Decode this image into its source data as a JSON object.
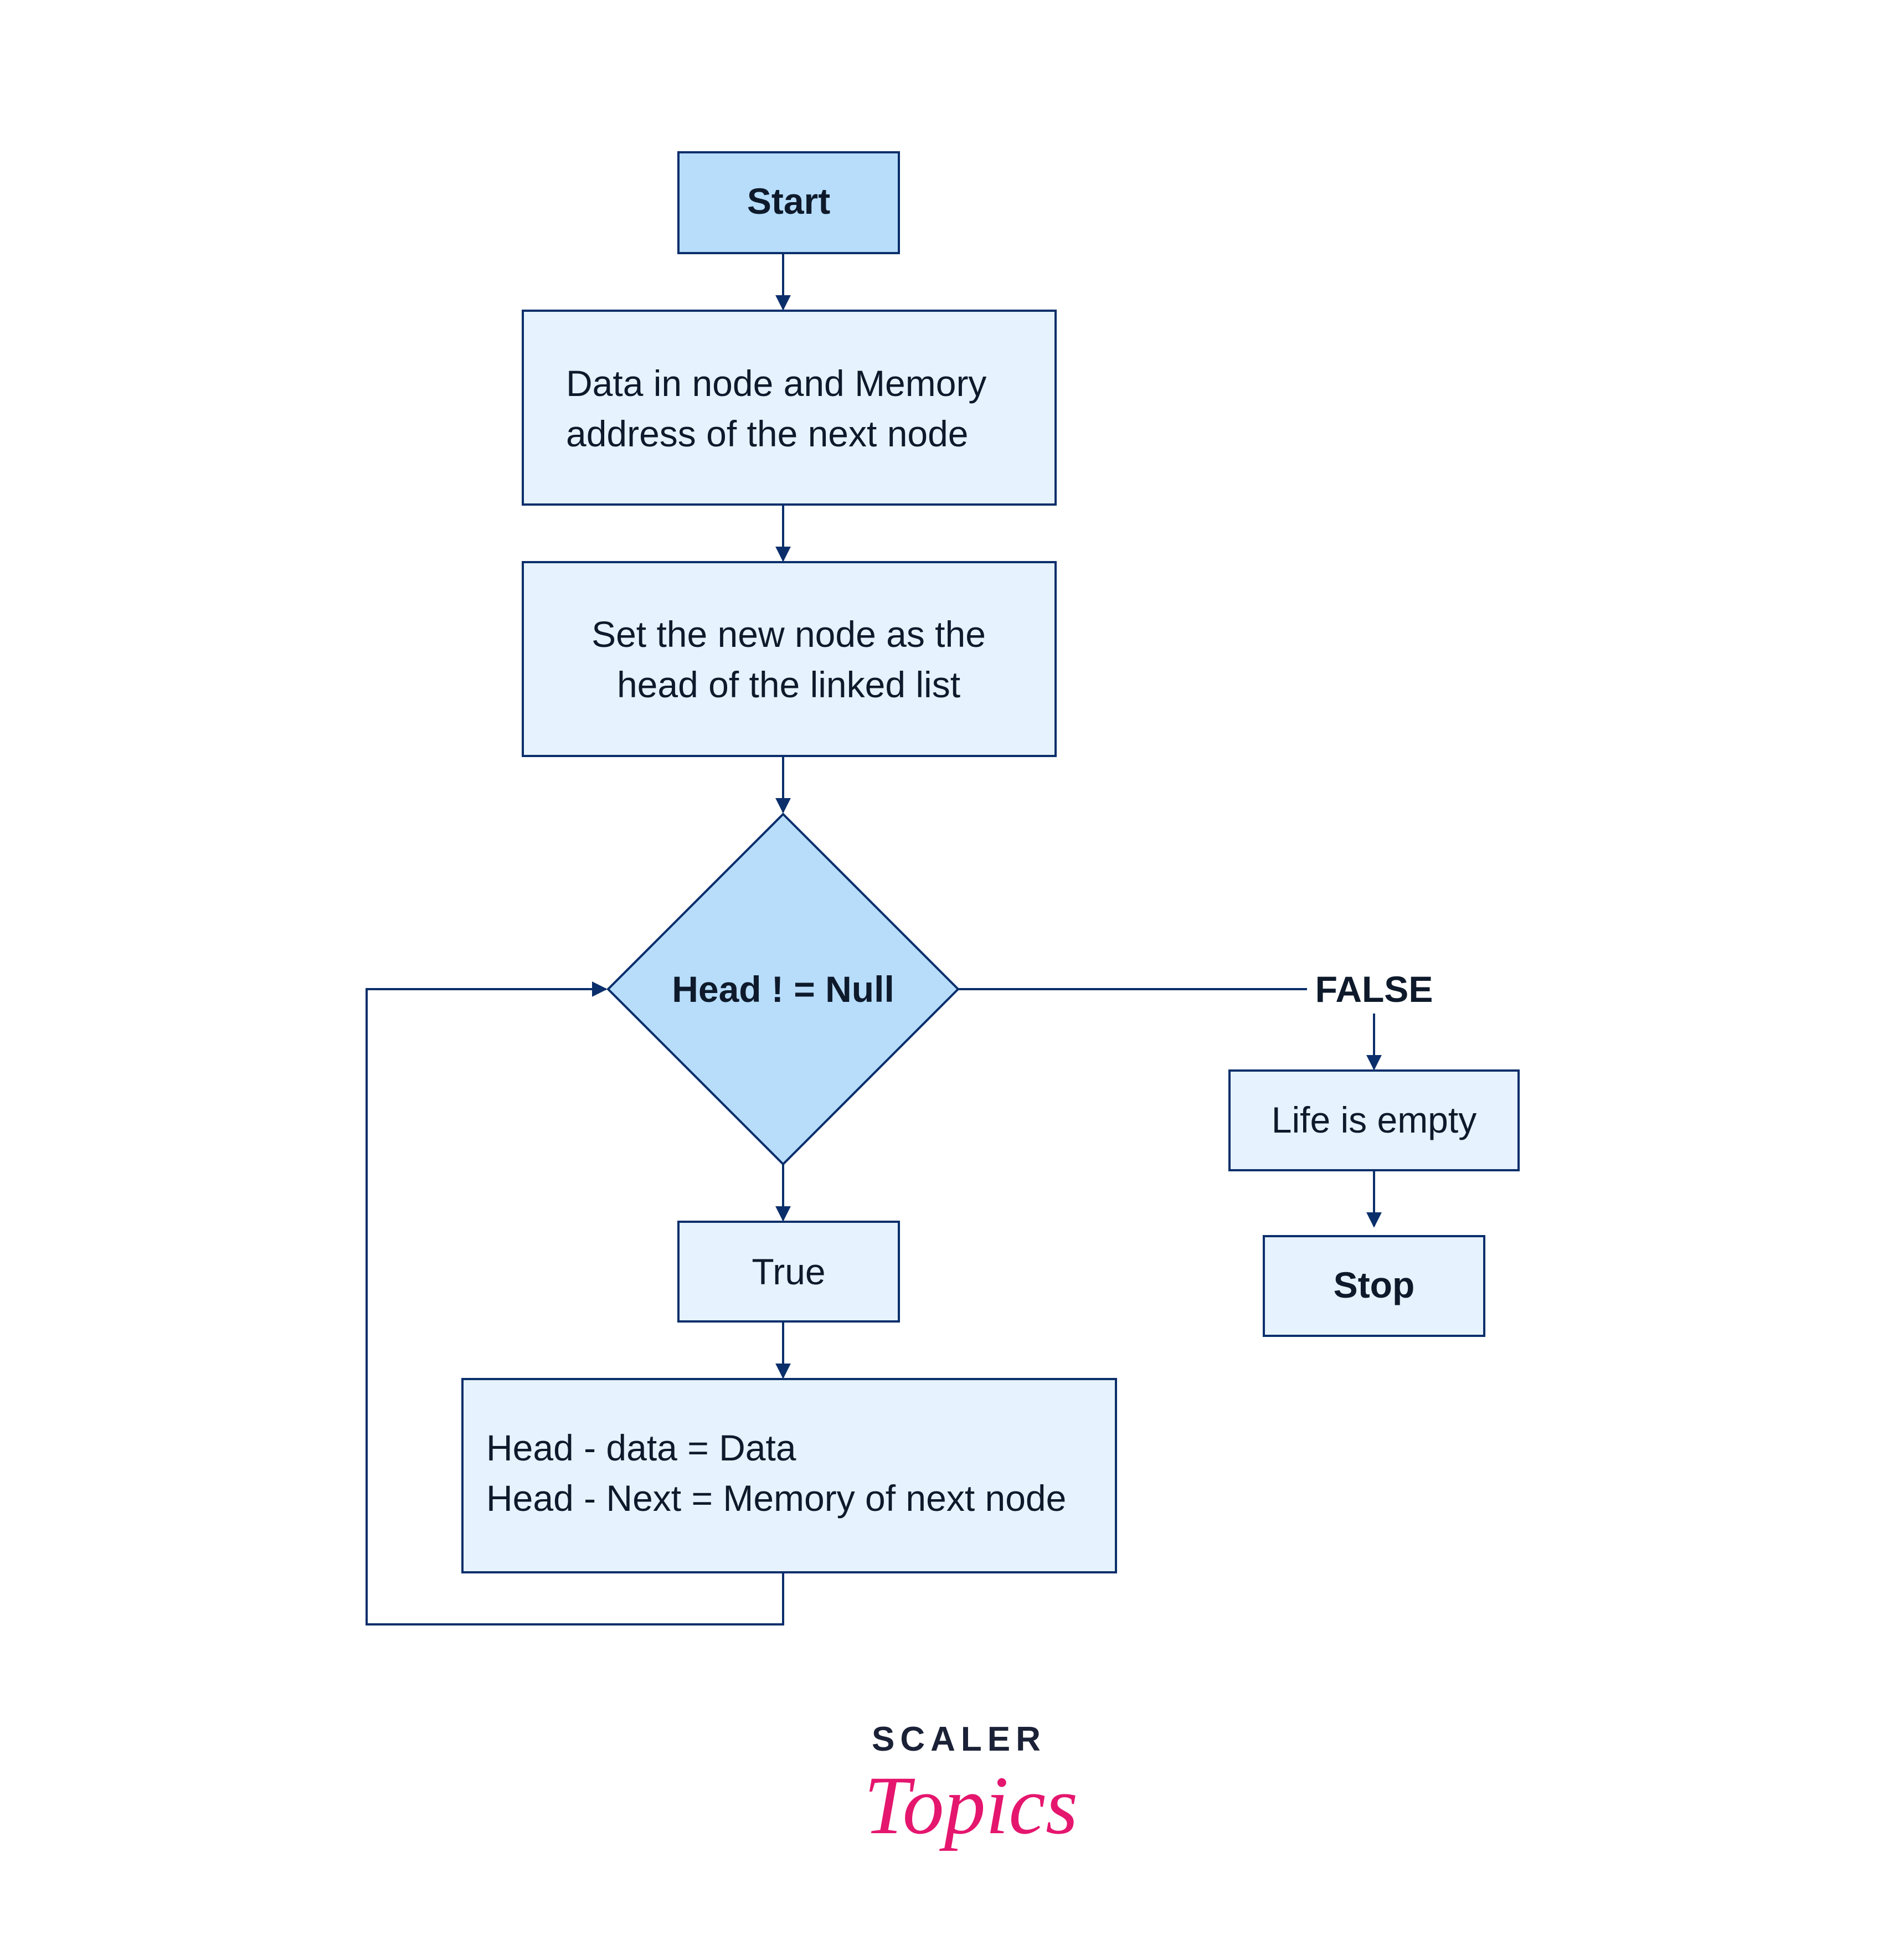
{
  "nodes": {
    "start": "Start",
    "data_line1": "Data in node and Memory",
    "data_line2": "address of the next node",
    "set_line1": "Set the new node as the",
    "set_line2": "head of the linked list",
    "decision": "Head ! = Null",
    "true_box": "True",
    "assign_line1": "Head - data = Data",
    "assign_line2": "Head - Next = Memory of next node",
    "empty": "Life is empty",
    "stop": "Stop"
  },
  "labels": {
    "false": "FALSE"
  },
  "logo": {
    "top": "SCALER",
    "bottom": "Topics"
  },
  "colors": {
    "stroke": "#0b2f6b",
    "terminal_fill": "#b7ddfb",
    "process_fill": "#e6f2fd",
    "decision_fill": "#b7ddfb",
    "logo_pink": "#e5166e"
  }
}
